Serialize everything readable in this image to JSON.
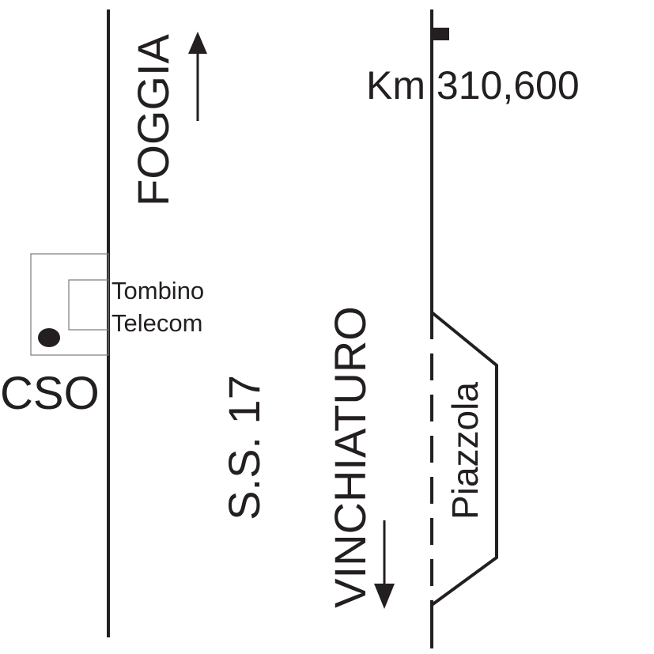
{
  "labels": {
    "foggia": "FOGGIA",
    "vinchiaturo": "VINCHIATURO",
    "road": "S.S. 17",
    "km": "Km 310,600",
    "cso": "CSO",
    "tombino": "Tombino",
    "telecom": "Telecom",
    "piazzola": "Piazzola"
  },
  "colors": {
    "ink": "#231f20",
    "box": "#7a7a7a",
    "background": "#ffffff"
  }
}
